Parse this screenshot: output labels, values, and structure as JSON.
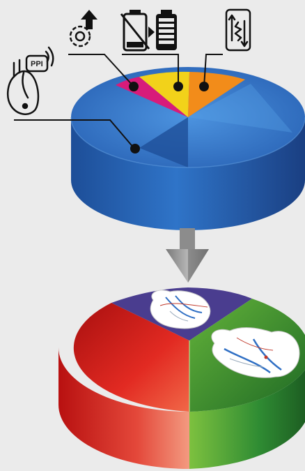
{
  "top_chart": {
    "type": "pie-3d",
    "segments": [
      {
        "name": "device-therapy",
        "color": "#2f6fc4"
      },
      {
        "name": "pacing",
        "color": "#d81b7a"
      },
      {
        "name": "battery",
        "color": "#f2d21a"
      },
      {
        "name": "impedance",
        "color": "#f28c1a"
      }
    ],
    "icons": [
      "ppi-heart-icon",
      "settings-upload-icon",
      "battery-icon",
      "lead-impedance-icon"
    ],
    "icon_text": {
      "ppi": "PPI"
    }
  },
  "arrow": {
    "direction": "down",
    "color": "#8a8a8a"
  },
  "bottom_chart": {
    "type": "pie-3d",
    "segments": [
      {
        "name": "red",
        "color": "#d42020"
      },
      {
        "name": "purple",
        "color": "#4a3d8f"
      },
      {
        "name": "green",
        "color": "#2e8a2e"
      }
    ],
    "images": [
      "heart-illustration-small",
      "heart-illustration-large"
    ]
  }
}
